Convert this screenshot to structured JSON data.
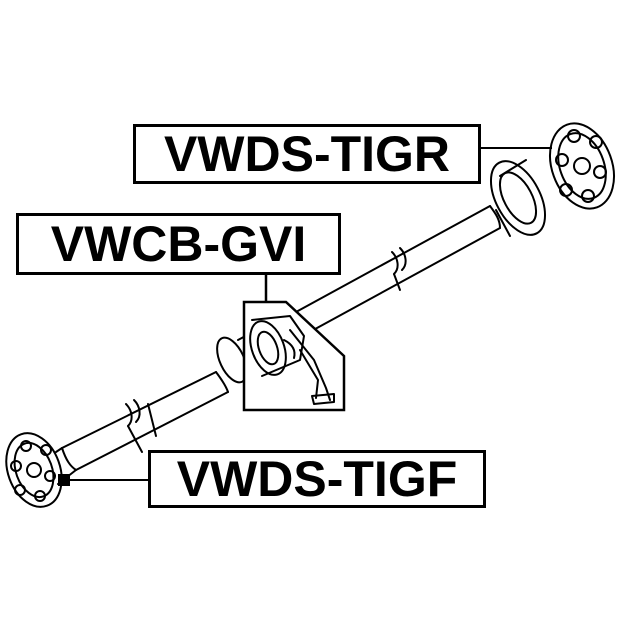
{
  "labels": {
    "rear_flex_disc": "VWDS-TIGR",
    "center_bearing": "VWCB-GVI",
    "front_flex_disc": "VWDS-TIGF"
  },
  "colors": {
    "line": "#000000",
    "background": "#ffffff",
    "shaft_shade": "#e6e6e6"
  }
}
